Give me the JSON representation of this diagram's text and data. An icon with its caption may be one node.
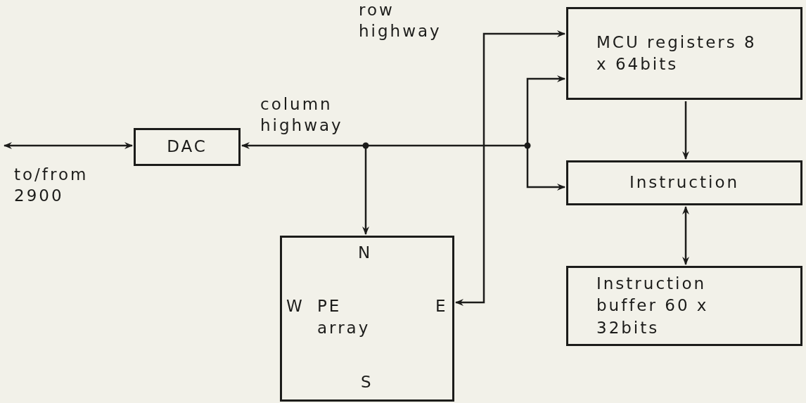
{
  "diagram": {
    "nodes": [
      {
        "text": [
          "DAC"
        ]
      },
      {
        "text": [
          "MCU registers 8 x 64bits"
        ]
      },
      {
        "text": [
          "Instruction"
        ]
      },
      {
        "text": [
          "Instruction buffer 60 x 32bits"
        ]
      },
      {
        "text": [
          "N",
          "W",
          "PE array",
          "E",
          "S"
        ]
      }
    ],
    "edges": [
      {
        "from": null,
        "to": 0,
        "arrow": "both",
        "label": "to/from 2900"
      },
      {
        "from": null,
        "to": 0,
        "arrow": "to",
        "label": "column highway"
      },
      {
        "from": null,
        "to": 4,
        "arrow": "to"
      },
      {
        "from": null,
        "to": 1,
        "arrow": "to"
      },
      {
        "from": null,
        "to": 2,
        "arrow": "to"
      },
      {
        "from": 4,
        "to": 1,
        "arrow": "both",
        "label": "row highway"
      },
      {
        "from": 1,
        "to": 2,
        "arrow": "to"
      },
      {
        "from": 2,
        "to": 3,
        "arrow": "both"
      }
    ]
  }
}
